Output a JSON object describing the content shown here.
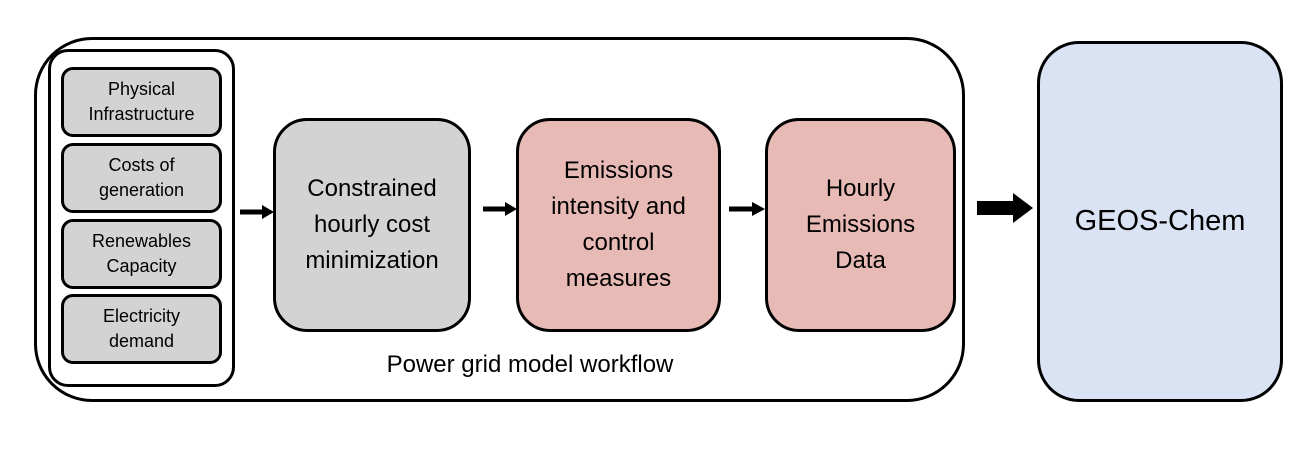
{
  "inputs": [
    {
      "label": "Physical\nInfrastructure"
    },
    {
      "label": "Costs of\ngeneration"
    },
    {
      "label": "Renewables\nCapacity"
    },
    {
      "label": "Electricity\ndemand"
    }
  ],
  "process": {
    "optimization": "Constrained\nhourly cost\nminimization",
    "emissions_intensity": "Emissions\nintensity and\ncontrol\nmeasures",
    "hourly_emissions": "Hourly\nEmissions\nData"
  },
  "workflow_caption": "Power grid model workflow",
  "output_model": "GEOS-Chem",
  "colors": {
    "input_fill": "#d3d3d3",
    "optimization_fill": "#d3d3d3",
    "emissions_fill": "#e8bab6",
    "geos_fill": "#dae3f3"
  }
}
